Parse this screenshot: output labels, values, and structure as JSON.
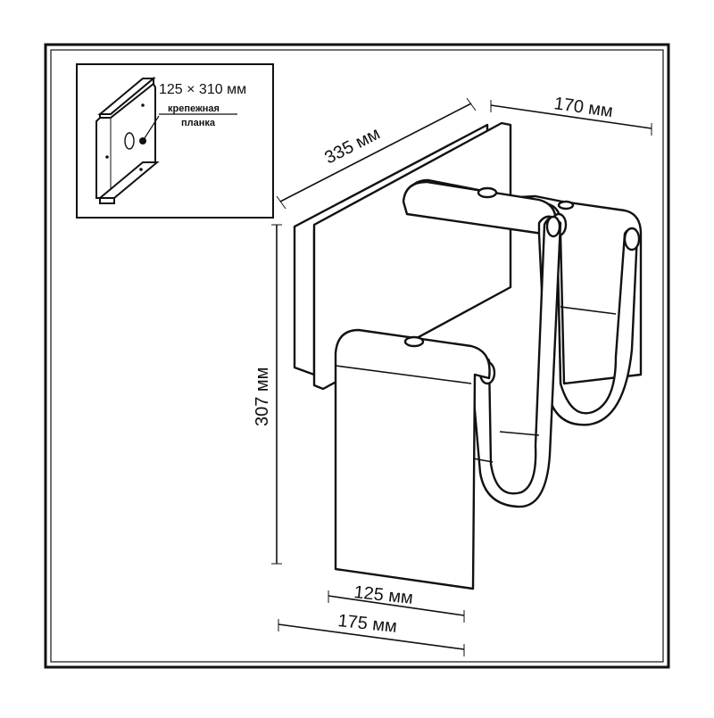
{
  "inset": {
    "size_label": "125 × 310 мм",
    "note_line1": "крепежная",
    "note_line2": "планка"
  },
  "dimensions": {
    "depth_label": "335 мм",
    "width_label": "170 мм",
    "height_label": "307 мм",
    "lamp_width_label": "125 мм",
    "total_width_label": "175 мм"
  }
}
